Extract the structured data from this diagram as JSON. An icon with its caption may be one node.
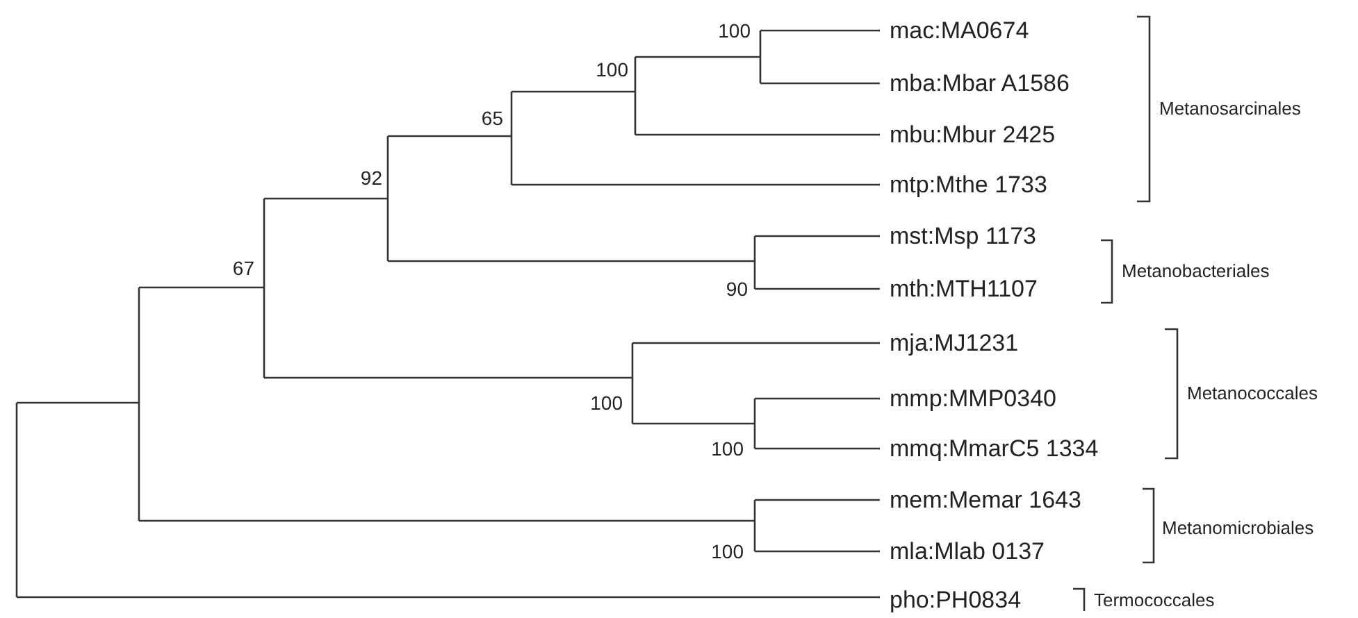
{
  "diagram": {
    "labels": [
      "100",
      "mac:MA0674",
      "100",
      "mba:Mbar A1586",
      "Metanosarcinales",
      "65",
      "mbu:Mbur 2425",
      "92",
      "mtp:Mthe 1733",
      "mst:Msp 1173",
      "67",
      "Metanobacteriales",
      "90",
      "mth:MTH1107",
      "mja:MJ1231",
      "100",
      "mmp:MMP0340",
      "Metanococcales",
      "100",
      "mmq:MmarC5 1334",
      "mem:Memar 1643",
      "Metanomicrobiales",
      "100",
      "mla:Mlab 0137",
      "pho:PH0834",
      "Termococcales"
    ]
  }
}
